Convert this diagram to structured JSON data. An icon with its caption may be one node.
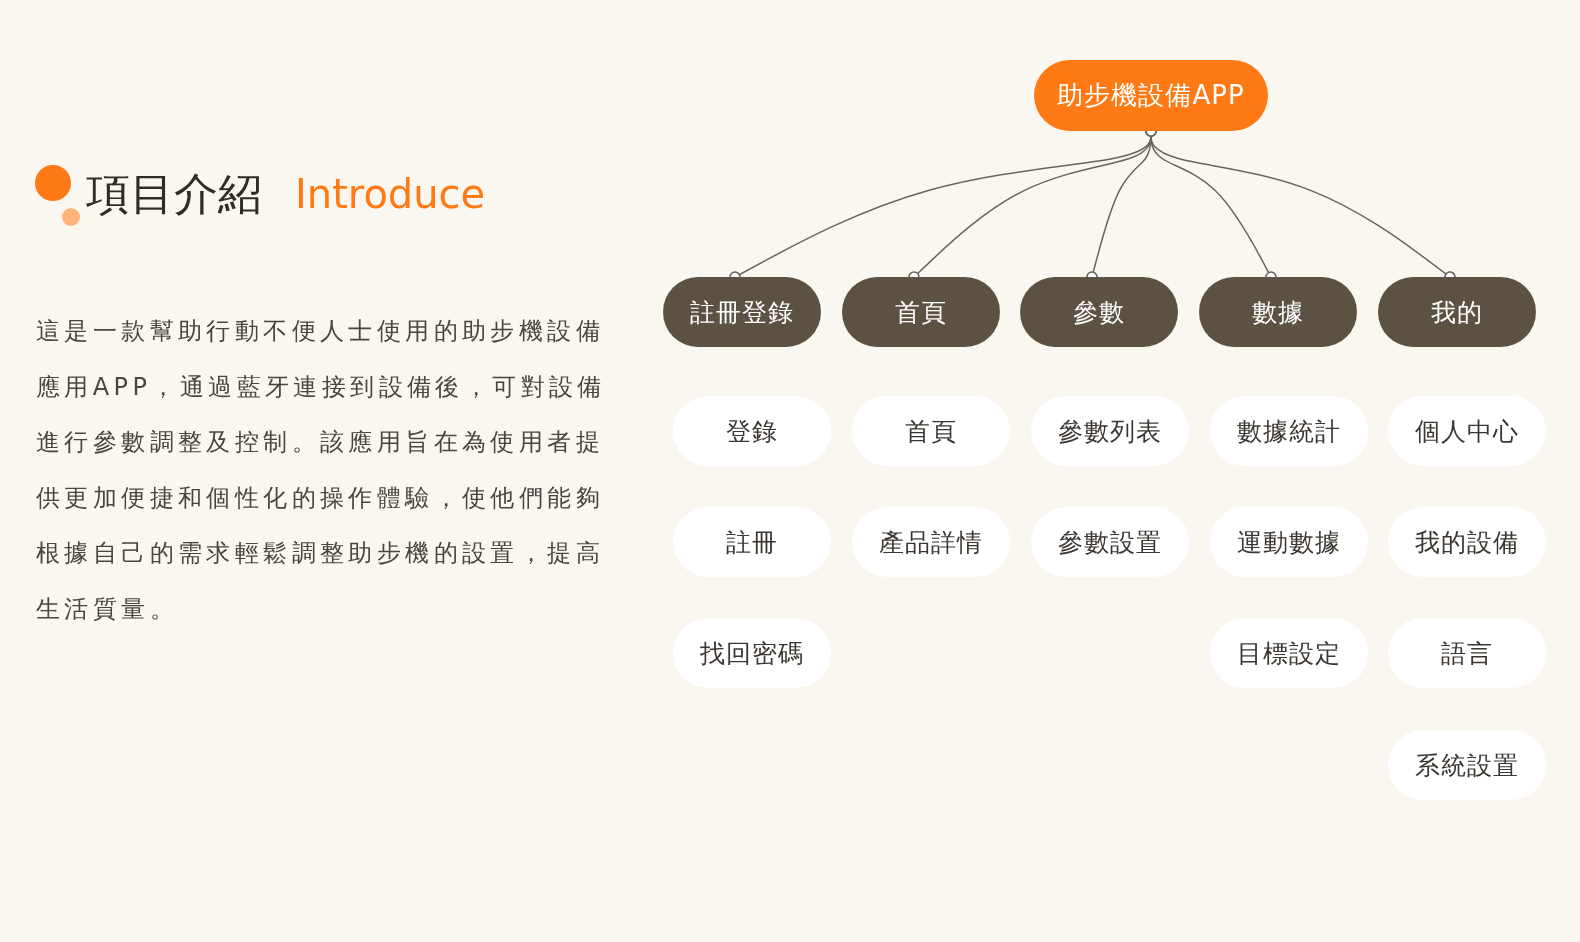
{
  "diagram": {
    "title": "項目介紹",
    "nodes": [
      {
        "text": [
          "助步機設備APP"
        ]
      },
      {
        "text": [
          "註冊登錄"
        ]
      },
      {
        "text": [
          "首頁"
        ]
      },
      {
        "text": [
          "參數"
        ]
      },
      {
        "text": [
          "數據"
        ]
      },
      {
        "text": [
          "我的"
        ]
      },
      {
        "text": [
          "登錄"
        ]
      },
      {
        "text": [
          "首頁"
        ]
      },
      {
        "text": [
          "參數列表"
        ]
      },
      {
        "text": [
          "數據統計"
        ]
      },
      {
        "text": [
          "個人中心"
        ]
      },
      {
        "text": [
          "註冊"
        ]
      },
      {
        "text": [
          "產品詳情"
        ]
      },
      {
        "text": [
          "參數設置"
        ]
      },
      {
        "text": [
          "運動數據"
        ]
      },
      {
        "text": [
          "我的設備"
        ]
      },
      {
        "text": [
          "找回密碼"
        ]
      },
      {
        "text": [
          "目標設定"
        ]
      },
      {
        "text": [
          "語言"
        ]
      },
      {
        "text": [
          "系統設置"
        ]
      }
    ],
    "edges": [
      {
        "from": 0,
        "to": 1,
        "arrow": "other"
      },
      {
        "from": 0,
        "to": 2,
        "arrow": "other"
      },
      {
        "from": 0,
        "to": 3,
        "arrow": "other"
      },
      {
        "from": 0,
        "to": 4,
        "arrow": "other"
      },
      {
        "from": 0,
        "to": 5,
        "arrow": "other"
      }
    ],
    "labels": [
      "Introduce",
      "這是一款幫助行動不便人士使用的助步機設備應用APP，通過藍牙連接到設備後，可對設備進行參數調整及控制。該應用旨在為使用者提供更加便捷和個性化的操作體驗，使他們能夠根據自己的需求輕鬆調整助步機的設置，提高生活質量。"
    ]
  }
}
